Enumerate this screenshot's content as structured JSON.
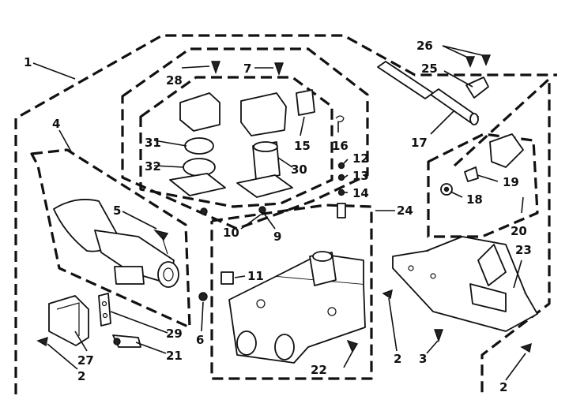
{
  "callouts": [
    {
      "id": "c1",
      "text": "1"
    },
    {
      "id": "c2a",
      "text": "2"
    },
    {
      "id": "c2b",
      "text": "2"
    },
    {
      "id": "c2c",
      "text": "2"
    },
    {
      "id": "c3",
      "text": "3"
    },
    {
      "id": "c4",
      "text": "4"
    },
    {
      "id": "c5",
      "text": "5"
    },
    {
      "id": "c6",
      "text": "6"
    },
    {
      "id": "c7",
      "text": "7"
    },
    {
      "id": "c9",
      "text": "9"
    },
    {
      "id": "c10",
      "text": "10"
    },
    {
      "id": "c11",
      "text": "11"
    },
    {
      "id": "c12",
      "text": "12"
    },
    {
      "id": "c13",
      "text": "13"
    },
    {
      "id": "c14",
      "text": "14"
    },
    {
      "id": "c15",
      "text": "15"
    },
    {
      "id": "c16",
      "text": "16"
    },
    {
      "id": "c17",
      "text": "17"
    },
    {
      "id": "c18",
      "text": "18"
    },
    {
      "id": "c19",
      "text": "19"
    },
    {
      "id": "c20",
      "text": "20"
    },
    {
      "id": "c21",
      "text": "21"
    },
    {
      "id": "c22",
      "text": "22"
    },
    {
      "id": "c23",
      "text": "23"
    },
    {
      "id": "c24",
      "text": "24"
    },
    {
      "id": "c25",
      "text": "25"
    },
    {
      "id": "c26",
      "text": "26"
    },
    {
      "id": "c27",
      "text": "27"
    },
    {
      "id": "c28",
      "text": "28"
    },
    {
      "id": "c29",
      "text": "29"
    },
    {
      "id": "c30",
      "text": "30"
    },
    {
      "id": "c31",
      "text": "31"
    },
    {
      "id": "c32",
      "text": "32"
    }
  ]
}
